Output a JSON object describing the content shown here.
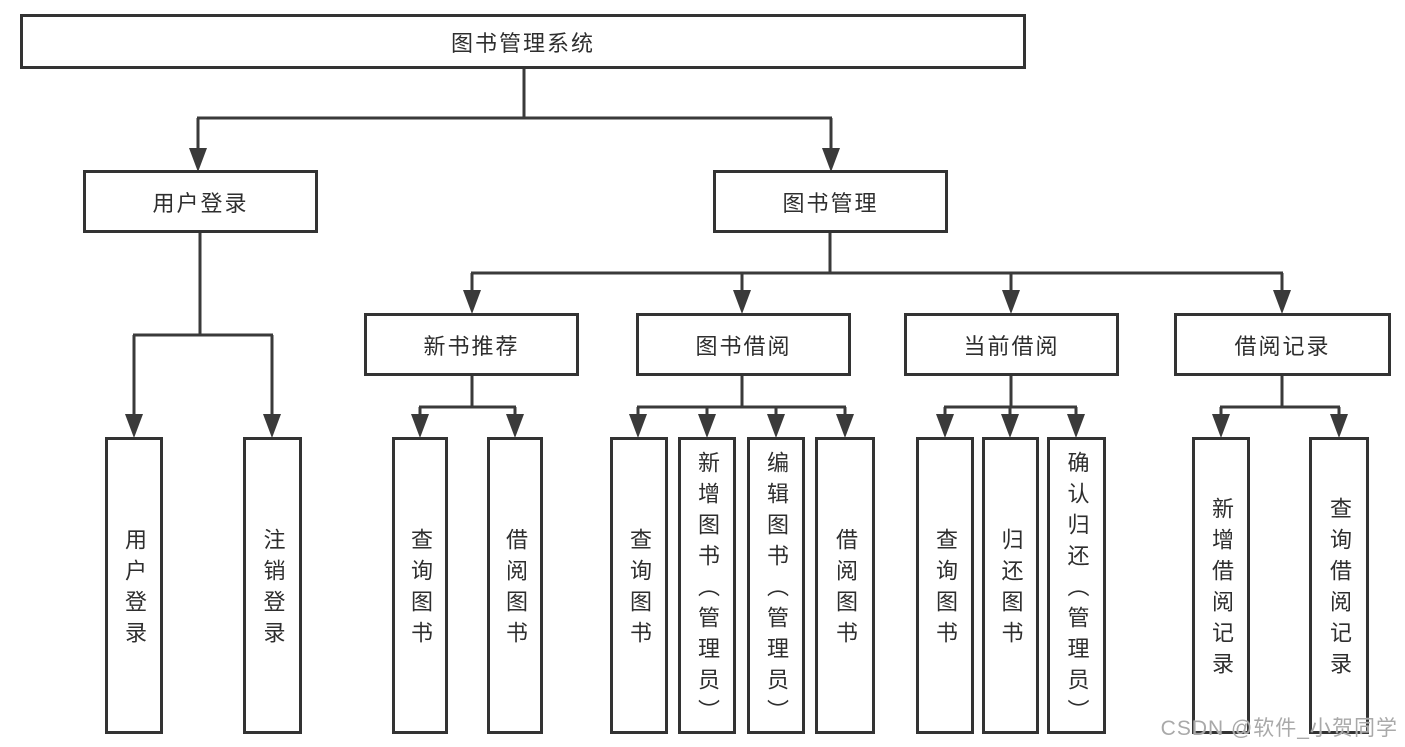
{
  "diagram": {
    "root": {
      "label": "图书管理系统"
    },
    "branches": {
      "user_login": {
        "label": "用户登录",
        "children": {
          "login": {
            "label": "用户登录"
          },
          "logout": {
            "label": "注销登录"
          }
        }
      },
      "book_mgmt": {
        "label": "图书管理",
        "children": {
          "new_book_rec": {
            "label": "新书推荐",
            "children": {
              "query": {
                "label": "查询图书"
              },
              "borrow": {
                "label": "借阅图书"
              }
            }
          },
          "book_borrow": {
            "label": "图书借阅",
            "children": {
              "query": {
                "label": "查询图书"
              },
              "add": {
                "label": "新增图书（管理员）"
              },
              "edit": {
                "label": "编辑图书（管理员）"
              },
              "borrow": {
                "label": "借阅图书"
              }
            }
          },
          "current_borrow": {
            "label": "当前借阅",
            "children": {
              "query": {
                "label": "查询图书"
              },
              "return": {
                "label": "归还图书"
              },
              "confirm": {
                "label": "确认归还（管理员）"
              }
            }
          },
          "borrow_record": {
            "label": "借阅记录",
            "children": {
              "add": {
                "label": "新增借阅记录"
              },
              "query": {
                "label": "查询借阅记录"
              }
            }
          }
        }
      }
    },
    "colors": {
      "line": "#3a3a3a",
      "border": "#333333",
      "text": "#2e2e2e",
      "background": "#ffffff",
      "watermark": "#a9a9a9"
    }
  },
  "watermark": {
    "text": "CSDN @软件_小贺同学"
  }
}
